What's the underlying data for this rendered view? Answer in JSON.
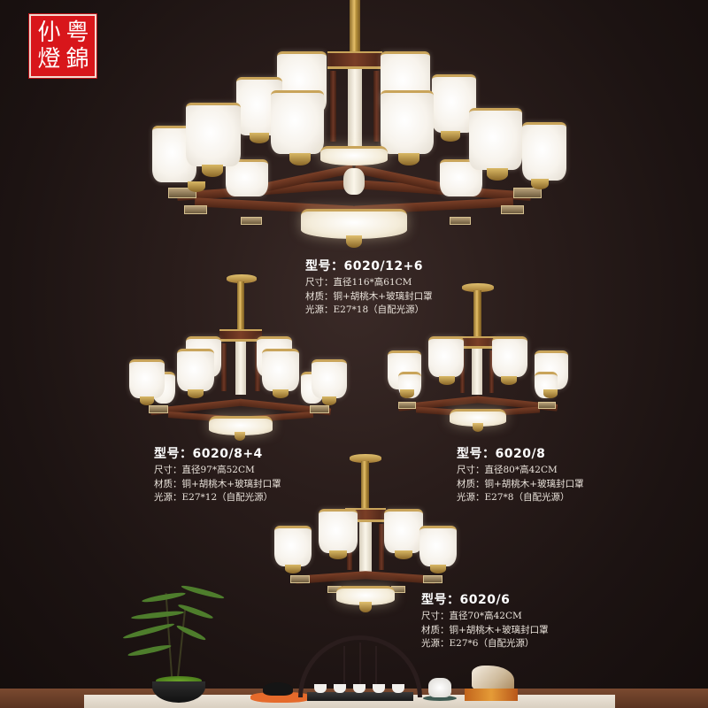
{
  "brand": {
    "seal_chars": [
      "仦",
      "粤",
      "燈",
      "錦"
    ],
    "seal_color": "#d8161b"
  },
  "products": [
    {
      "model_label": "型号：6020/12+6",
      "size_label": "尺寸：直径116*高61CM",
      "material_label": "材质：铜+胡桃木+玻璃封口罩",
      "light_label": "光源：E27*18（自配光源）"
    },
    {
      "model_label": "型号：6020/8+4",
      "size_label": "尺寸：直径97*高52CM",
      "material_label": "材质：铜+胡桃木+玻璃封口罩",
      "light_label": "光源：E27*12（自配光源）"
    },
    {
      "model_label": "型号：6020/8",
      "size_label": "尺寸：直径80*高42CM",
      "material_label": "材质：铜+胡桃木+玻璃封口罩",
      "light_label": "光源：E27*8（自配光源）"
    },
    {
      "model_label": "型号：6020/6",
      "size_label": "尺寸：直径70*高42CM",
      "material_label": "材质：铜+胡桃木+玻璃封口罩",
      "light_label": "光源：E27*6（自配光源）"
    }
  ],
  "colors": {
    "background": "#1c1312",
    "brass": "#c9a45a",
    "walnut": "#5e2e1c",
    "glass": "#f7f3ec",
    "text": "#f1ebe4"
  }
}
